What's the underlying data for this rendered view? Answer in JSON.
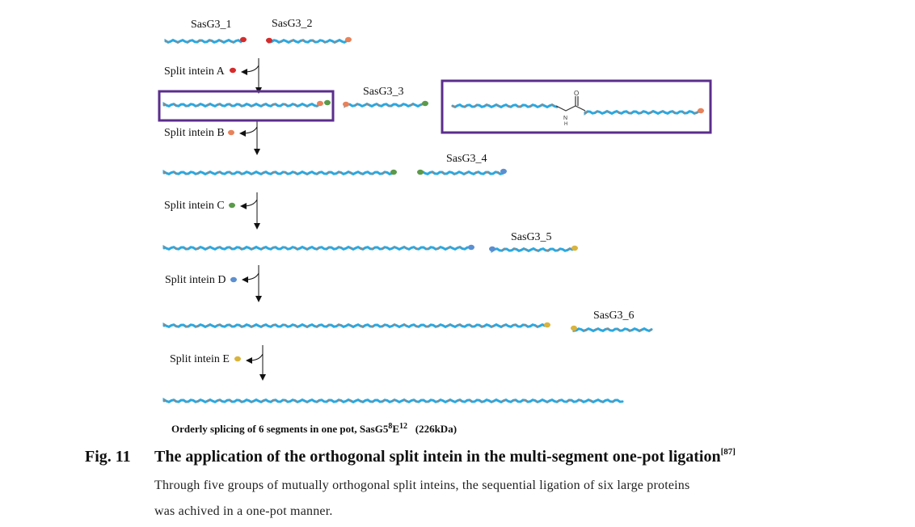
{
  "segments": [
    "SasG3_1",
    "SasG3_2",
    "SasG3_3",
    "SasG3_4",
    "SasG3_5",
    "SasG3_6"
  ],
  "inteins": [
    {
      "label": "Split intein A",
      "color": "#d62b2b"
    },
    {
      "label": "Split intein B",
      "color": "#e8825a"
    },
    {
      "label": "Split intein C",
      "color": "#5a9a4a"
    },
    {
      "label": "Split intein D",
      "color": "#5b8fd0"
    },
    {
      "label": "Split intein E",
      "color": "#d9b43c"
    }
  ],
  "colors": {
    "chain_main": "#2aa8e0",
    "chain_accent": "#8a8a8a",
    "highlight_box": "#5b2d8c"
  },
  "product": {
    "text": "Orderly splicing of 6 segments in one pot,  SasG5",
    "sup1": "8",
    "mid": "E",
    "sup2": "12",
    "size": "(226kDa)"
  },
  "caption": {
    "fig": "Fig. 11",
    "title": "The application of the orthogonal split intein in the multi-segment one-pot ligation",
    "ref": "[87]",
    "line1": "Through five groups of mutually orthogonal split inteins, the sequential ligation of six large proteins",
    "line2": "was achived in a one-pot manner."
  }
}
